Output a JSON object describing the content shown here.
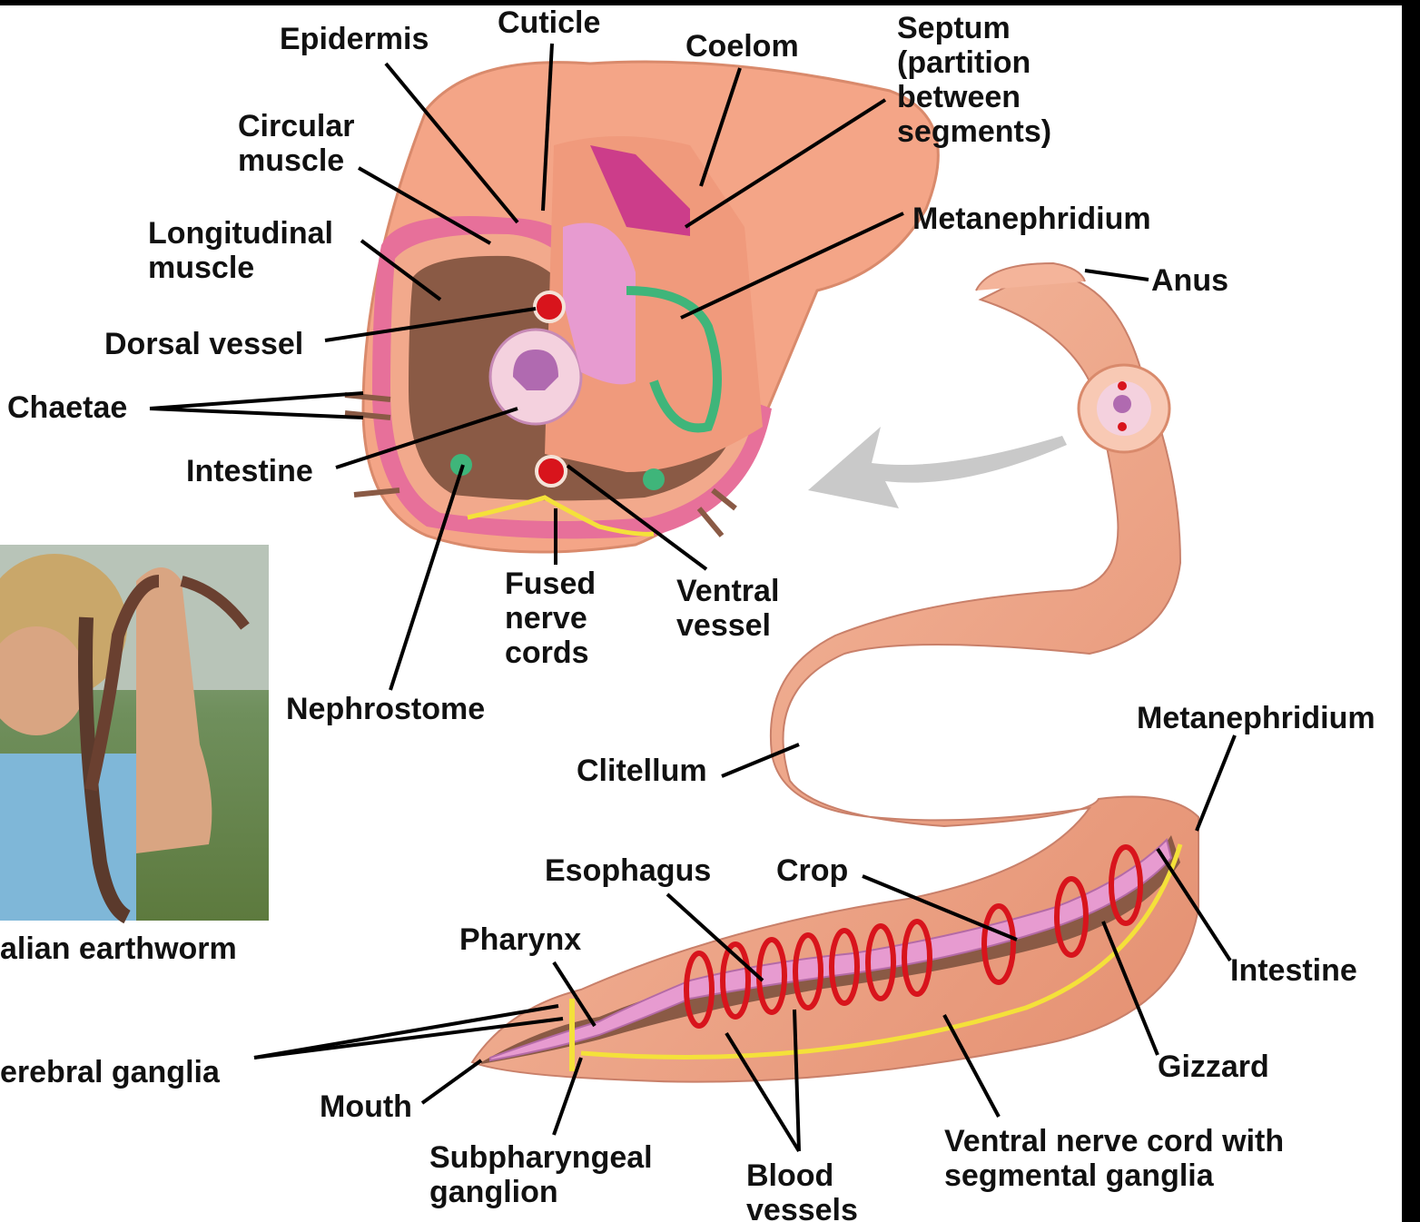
{
  "labels": {
    "epidermis": "Epidermis",
    "cuticle": "Cuticle",
    "coelom": "Coelom",
    "septum": "Septum\n(partition\nbetween\nsegments)",
    "circular_muscle": "Circular\nmuscle",
    "longitudinal_muscle": "Longitudinal\nmuscle",
    "metanephridium_top": "Metanephridium",
    "anus": "Anus",
    "dorsal_vessel": "Dorsal vessel",
    "chaetae": "Chaetae",
    "intestine_top": "Intestine",
    "fused_nerve_cords": "Fused\nnerve\ncords",
    "ventral_vessel": "Ventral\nvessel",
    "nephrostome": "Nephrostome",
    "metanephridium_bottom": "Metanephridium",
    "clitellum": "Clitellum",
    "esophagus": "Esophagus",
    "crop": "Crop",
    "photo_caption": "alian earthworm",
    "pharynx": "Pharynx",
    "intestine_bottom": "Intestine",
    "cerebral_ganglia": "erebral ganglia",
    "gizzard": "Gizzard",
    "mouth": "Mouth",
    "subpharyngeal_ganglion": "Subpharyngeal\nganglion",
    "blood_vessels": "Blood\nvessels",
    "ventral_nerve_cord": "Ventral nerve cord with\nsegmental ganglia"
  },
  "colors": {
    "body": "#f2a98c",
    "body_dark": "#d98a6c",
    "cuticle": "#e7709a",
    "intestine": "#e79bd0",
    "vessel": "#d8141c",
    "nephridium": "#3fb57a",
    "nerve": "#f4e13a",
    "coelom_brown": "#8a5a45"
  }
}
